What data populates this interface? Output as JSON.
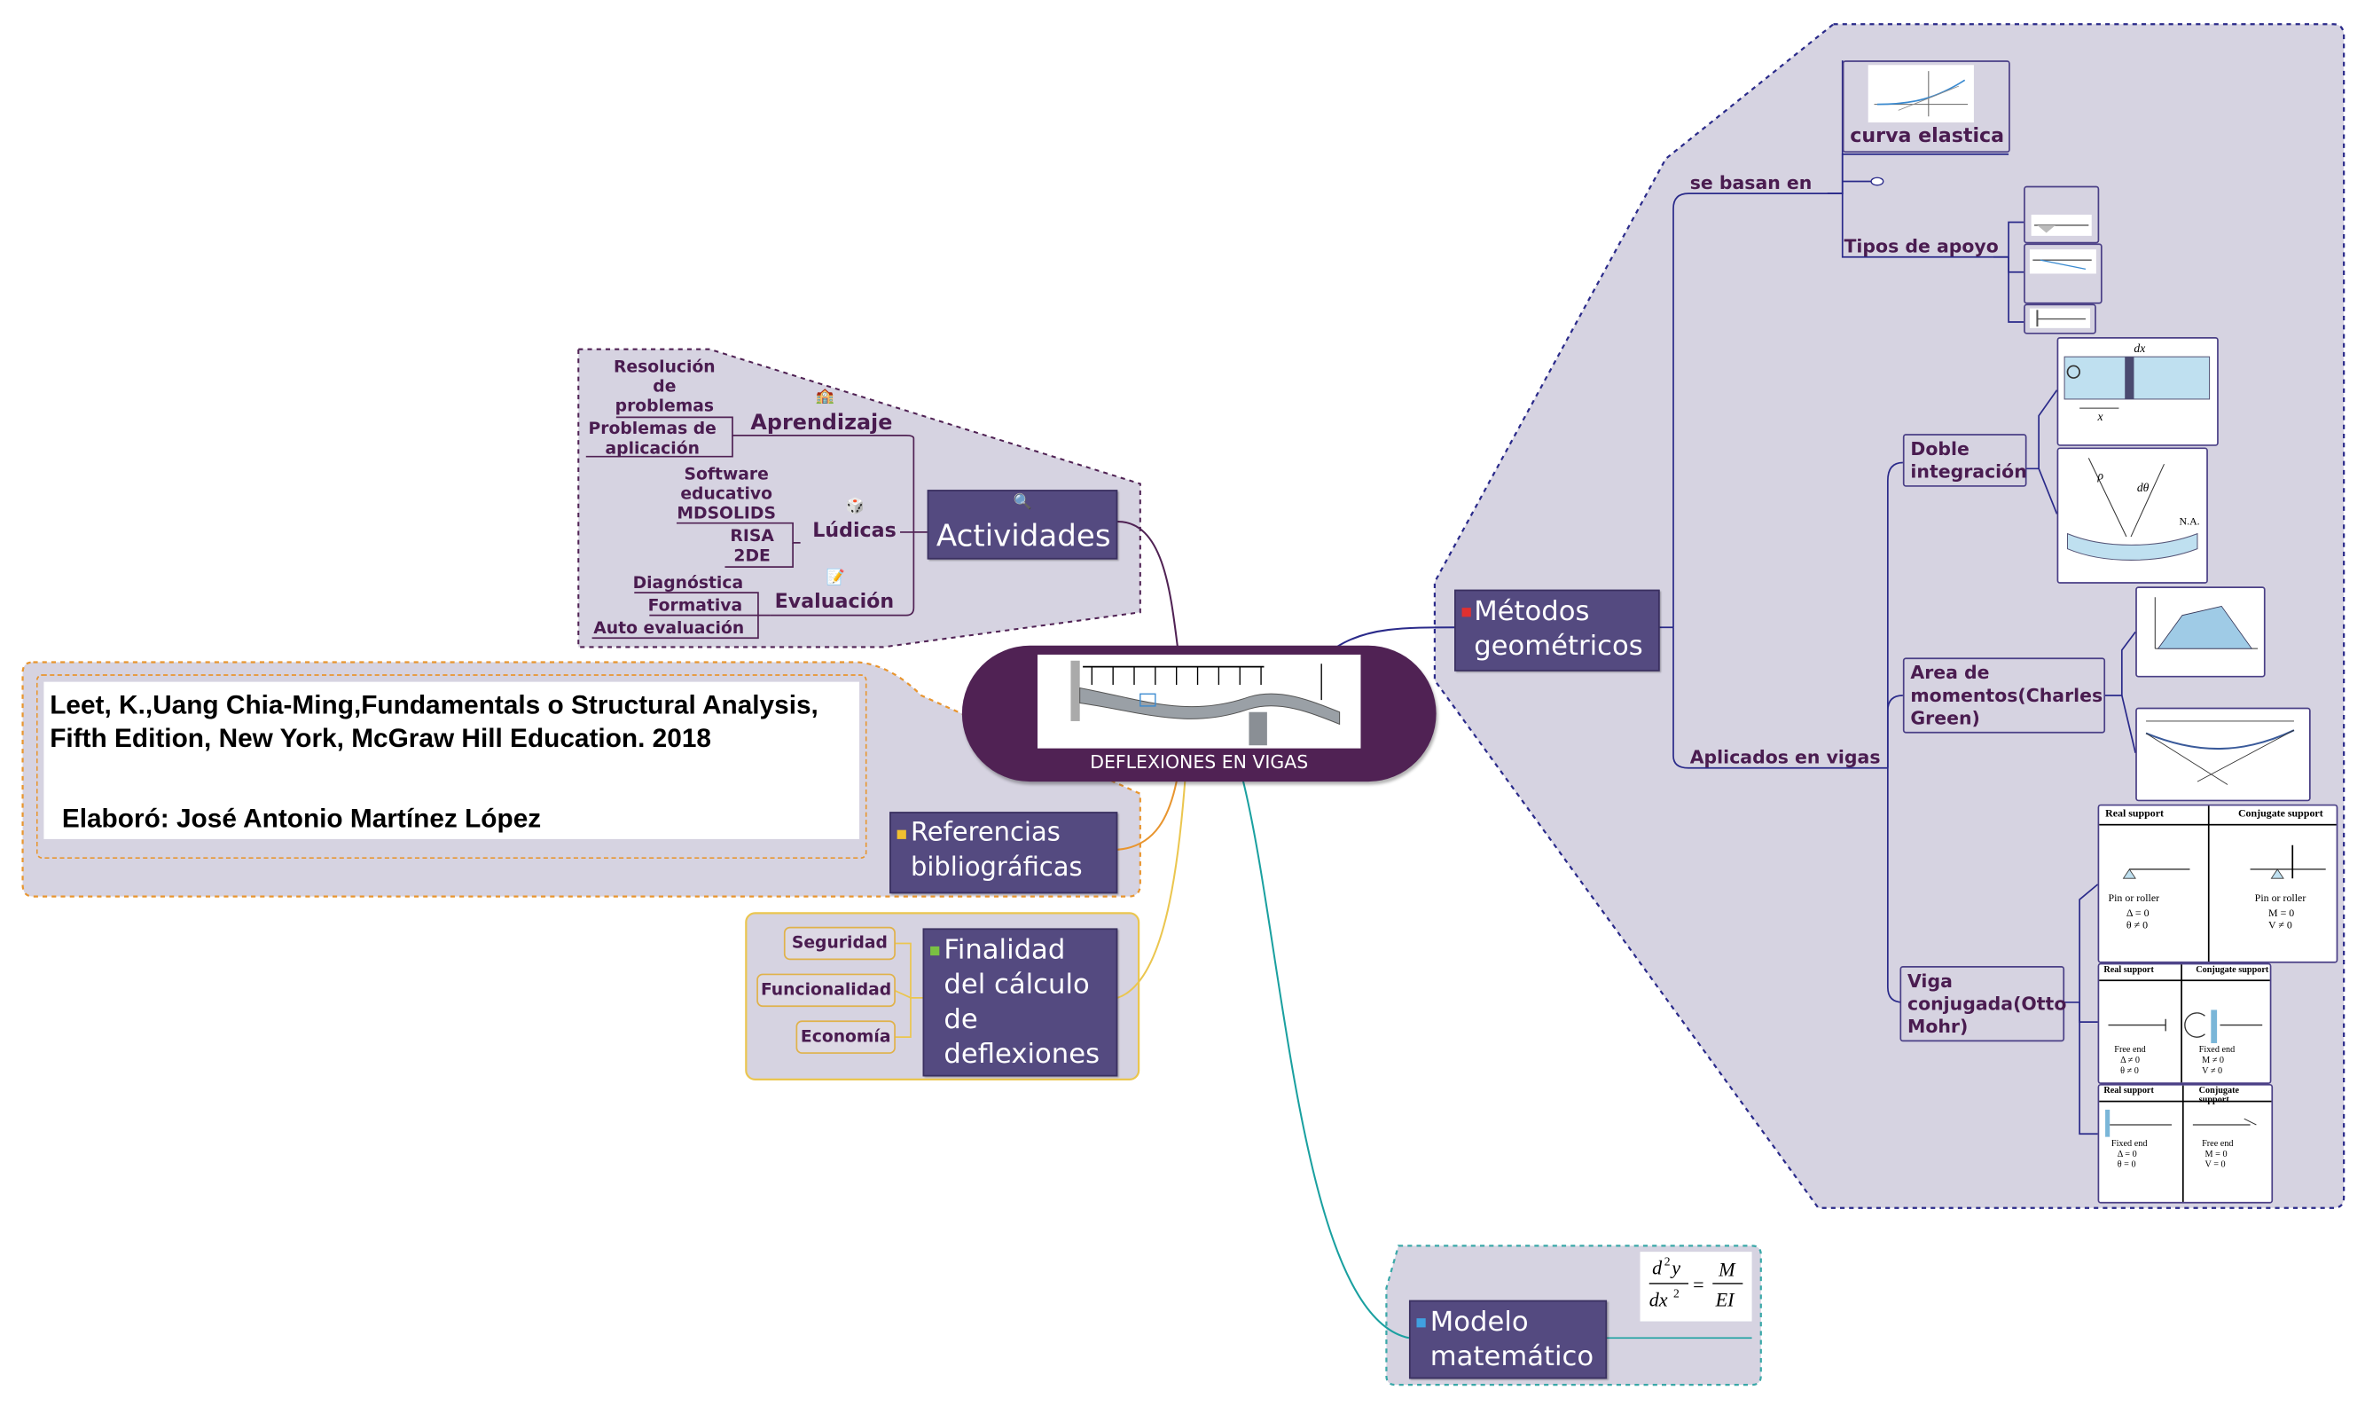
{
  "central": {
    "label": "DEFLEXIONES EN VIGAS"
  },
  "actividades": {
    "label": "Actividades",
    "aprendizaje": {
      "label": "Aprendizaje",
      "items": [
        "Resolución de problemas",
        "Problemas de aplicación"
      ]
    },
    "ludicas": {
      "label": "Lúdicas",
      "items": [
        "Software educativo MDSOLIDS",
        "RISA 2DE"
      ]
    },
    "evaluacion": {
      "label": "Evaluación",
      "items": [
        "Diagnóstica",
        "Formativa",
        "Auto evaluación"
      ]
    }
  },
  "referencias": {
    "label": "Referencias bibliográficas",
    "citation": "Leet, K.,Uang Chia-Ming,Fundamentals o Structural Analysis, Fifth Edition, New York, McGraw Hill Education. 2018",
    "author": "Elaboró: José Antonio Martínez López"
  },
  "finalidad": {
    "label": "Finalidad del cálculo de deflexiones",
    "items": [
      "Seguridad",
      "Funcionalidad",
      "Economía"
    ]
  },
  "modelo": {
    "label": "Modelo matemático",
    "formula_lhs": "d²y / dx²",
    "formula_rhs": "M / EI"
  },
  "metodos": {
    "label": "Métodos geométricos",
    "se_basan_en": {
      "label": "se basan en",
      "curva": "curva elastica",
      "tipos": "Tipos de apoyo"
    },
    "aplicados": {
      "label": "Aplicados en vigas",
      "doble": "Doble integración",
      "area": "Area de momentos(Charles Green)",
      "viga": "Viga conjugada(Otto Mohr)"
    },
    "conj_table": {
      "real": "Real support",
      "conjugate": "Conjugate support",
      "pin": "Pin or roller",
      "pin_real": [
        "Δ = 0",
        "θ ≠ 0"
      ],
      "pin_conj": [
        "M = 0",
        "V ≠ 0"
      ],
      "free": "Free end",
      "fixed": "Fixed end",
      "free_real": [
        "Δ ≠ 0",
        "θ ≠ 0"
      ],
      "fixed_conj": [
        "M ≠ 0",
        "V ≠ 0"
      ],
      "fixed_real": [
        "Δ = 0",
        "θ = 0"
      ],
      "free_conj": [
        "M = 0",
        "V = 0"
      ]
    },
    "fig_labels": {
      "dx": "dx",
      "x": "x",
      "rho": "ρ",
      "dtheta": "dθ",
      "na": "N.A."
    }
  },
  "markers": {
    "metodos": "1",
    "modelo": "2",
    "finalidad": "3",
    "referencias": "4"
  },
  "colors": {
    "central": "#502254",
    "topic": "#544a80",
    "region": "#d6d3e1",
    "metodos_border": "#2a2a8a",
    "referencias_border": "#e8952f",
    "finalidad_border": "#ebc64f",
    "modelo_border": "#3aa8a8",
    "actividades_border": "#502254"
  }
}
